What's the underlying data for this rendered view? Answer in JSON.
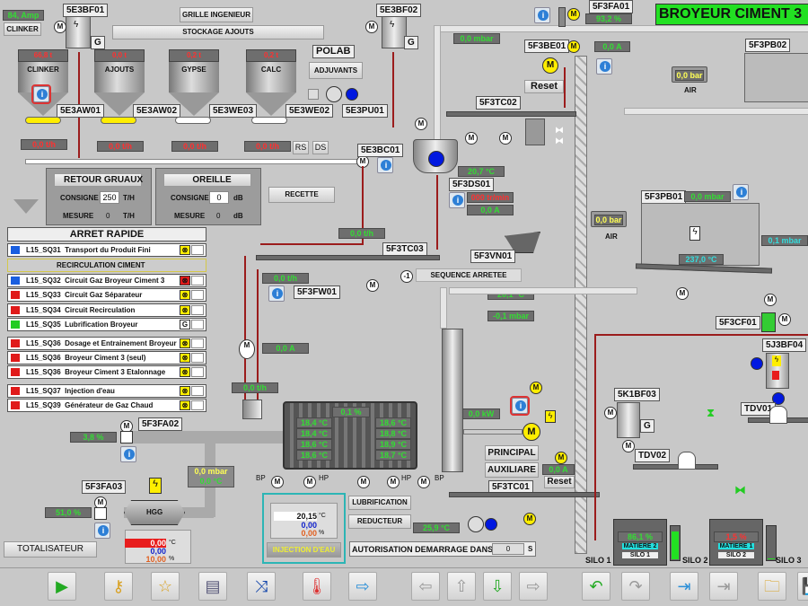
{
  "title": "BROYEUR CIMENT 3",
  "header": {
    "amp_value": "84, Amp",
    "clinker_btn": "CLINKER",
    "grille_btn": "GRILLE INGENIEUR",
    "stockage_btn": "STOCKAGE AJOUTS",
    "polab": "POLAB",
    "adjuvants_btn": "ADJUVANTS"
  },
  "equipment": {
    "bf01": "5E3BF01",
    "bf02": "5E3BF02",
    "aw01": "5E3AW01",
    "aw02": "5E3AW02",
    "we03": "5E3WE03",
    "we02": "5E3WE02",
    "pu01": "5E3PU01",
    "bc01": "5E3BC01",
    "fa01": "5F3FA01",
    "be01": "5F3BE01",
    "pb02": "5F3PB02",
    "tc02": "5F3TC02",
    "ds01": "5F3DS01",
    "tc03": "5F3TC03",
    "vn01": "5F3VN01",
    "fw01": "5F3FW01",
    "pb01": "5F3PB01",
    "cf01": "5F3CF01",
    "bf04": "5J3BF04",
    "bf03": "5K1BF03",
    "tdv01": "TDV01",
    "tdv02": "TDV02",
    "fa02": "5F3FA02",
    "fa03": "5F3FA03",
    "tc01": "5F3TC01",
    "hgg": "HGG"
  },
  "g_label": "G",
  "hoppers": [
    {
      "name": "CLINKER",
      "weight": "66,8 t",
      "flow": "0,0 t/h"
    },
    {
      "name": "AJOUTS",
      "weight": "0,0 t",
      "flow": "0,0 t/h"
    },
    {
      "name": "GYPSE",
      "weight": "0,2 t",
      "flow": "0,0 t/h"
    },
    {
      "name": "CALC",
      "weight": "0,2 t",
      "flow": "0,0 t/h"
    }
  ],
  "rs": "RS",
  "ds": "DS",
  "recette": "RECETTE",
  "retour": {
    "title": "RETOUR GRUAUX",
    "consigne_label": "CONSIGNE",
    "consigne": "250",
    "mesure_label": "MESURE",
    "mesure": "0",
    "unit": "T/H"
  },
  "oreille": {
    "title": "OREILLE",
    "consigne_label": "CONSIGNE",
    "consigne": "0",
    "mesure_label": "MESURE",
    "mesure": "0",
    "unit": "dB"
  },
  "arret": {
    "title": "ARRET RAPIDE",
    "recirculation": "RECIRCULATION CIMENT",
    "rows": [
      {
        "code": "L15_SQ31",
        "label": "Transport du Produit Fini",
        "color": "#1a5fe0",
        "icon": "⊗"
      },
      {
        "code": "L15_SQ32",
        "label": "Circuit Gaz Broyeur Ciment 3",
        "color": "#1a5fe0",
        "icon": "⊗"
      },
      {
        "code": "L15_SQ33",
        "label": "Circuit Gaz Séparateur",
        "color": "#e01a1a",
        "icon": "⊗"
      },
      {
        "code": "L15_SQ34",
        "label": "Circuit Recirculation",
        "color": "#e01a1a",
        "icon": "⊗"
      },
      {
        "code": "L15_SQ35",
        "label": "Lubrification Broyeur",
        "color": "#22cc22",
        "icon": "G"
      },
      {
        "code": "L15_SQ36",
        "label": "Dosage et Entrainement Broyeur",
        "color": "#e01a1a",
        "icon": "⊗"
      },
      {
        "code": "L15_SQ36",
        "label": "Broyeur Ciment 3 (seul)",
        "color": "#e01a1a",
        "icon": "⊗"
      },
      {
        "code": "L15_SQ36",
        "label": "Broyeur Ciment 3 Etalonnage",
        "color": "#e01a1a",
        "icon": "⊗"
      },
      {
        "code": "L15_SQ37",
        "label": "Injection d'eau",
        "color": "#e01a1a",
        "icon": "⊗"
      },
      {
        "code": "L15_SQ39",
        "label": "Générateur de Gaz Chaud",
        "color": "#e01a1a",
        "icon": "⊗"
      }
    ]
  },
  "values": {
    "mbar_top": "0,0 mbar",
    "fa01_pct": "93,2 %",
    "be01_amp": "0,0 A",
    "air_pb02": "0,0 bar",
    "air_label": "AIR",
    "ds01_temp": "20,7 °C",
    "ds01_speed": "000 tr/min",
    "ds01_amp": "0,0 A",
    "bc01_flow": "0,0 t/h",
    "fw01_flow": "0,0 t/h",
    "seq_num": "-1",
    "sequence": "SEQUENCE ARRETEE",
    "sep_temp": "20,1 °C",
    "sep_mbar": "-0,1 mbar",
    "pb01_mbar": "0,0 mbar",
    "air_pb01": "0,0 bar",
    "pb01_temp": "237,0 °C",
    "pb01_out": "0,1 mbar",
    "motor_amp": "0,0 A",
    "mill_in_flow": "0,0 t/h",
    "mill_pct": "0,1 %",
    "kw": "0,0 kW",
    "main_amp": "0,0 A",
    "fa02_pct": "3,8 %",
    "hgg_mbar": "0,0 mbar",
    "hgg_temp": "0,0 °C",
    "fa03_pct": "51,0 %",
    "reducteur_temp": "25,9 °C",
    "autorisation_val": "0"
  },
  "mill_temps_left": [
    "18,4 °C",
    "18,4 °C",
    "18,6 °C",
    "18,6 °C"
  ],
  "mill_temps_right": [
    "18,6 °C",
    "18,8 °C",
    "18,9 °C",
    "18,7 °C"
  ],
  "bp": "BP",
  "hp": "HP",
  "principal": "PRINCIPAL",
  "auxiliare": "AUXILIARE",
  "reset": "Reset",
  "lubrification": "LUBRIFICATION",
  "reducteur": "REDUCTEUR",
  "injection": {
    "val1": "20,15",
    "val2": "0,00",
    "val3": "0,00",
    "unit1": "°C",
    "unit3": "%",
    "button": "INJECTION D'EAU"
  },
  "hgg_ctrl": {
    "val1": "0,00",
    "val2": "0,00",
    "val3": "10,00",
    "unit1": "°C",
    "unit3": "%"
  },
  "totalisateur": "TOTALISATEUR",
  "autorisation": {
    "label": "AUTORISATION DEMARRAGE DANS",
    "unit": "S"
  },
  "silos": [
    {
      "name": "SILO 1"
    },
    {
      "name": "SILO 2",
      "matiere": "MATIERE 2",
      "sub": "SILO 1",
      "pct": "86,1 %",
      "level": 0.86
    },
    {
      "name": "SILO 3",
      "matiere": "MATIERE 1",
      "sub": "SILO 2",
      "pct": "1,5 %",
      "level": 0.015
    }
  ],
  "toolbar": [
    "play",
    "keys",
    "new-report",
    "print-report",
    "trend",
    "temperature-report",
    "export",
    "nav-left",
    "nav-up",
    "nav-down",
    "nav-right",
    "undo",
    "redo",
    "import",
    "forward",
    "open-folder",
    "save"
  ]
}
